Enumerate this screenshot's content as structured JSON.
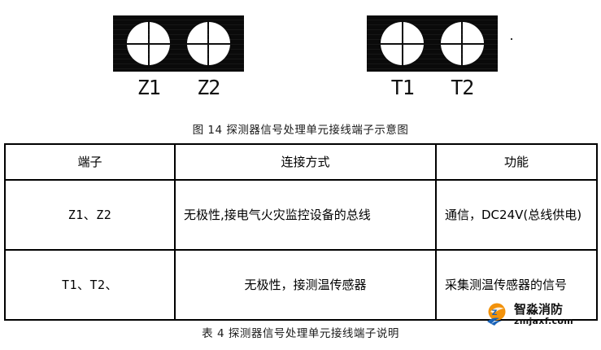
{
  "figure": {
    "caption": "图 14  探测器信号处理单元接线端子示意图",
    "blocks": [
      {
        "id": "z-terminal-block",
        "screws": [
          "screw-left",
          "screw-right"
        ],
        "labels": [
          "Z1",
          "Z2"
        ]
      },
      {
        "id": "t-terminal-block",
        "screws": [
          "screw-left",
          "screw-right"
        ],
        "labels": [
          "T1",
          "T2"
        ]
      }
    ]
  },
  "table": {
    "caption": "表 4  探测器信号处理单元接线端子说明",
    "headers": [
      "端子",
      "连接方式",
      "功能"
    ],
    "rows": [
      {
        "terminal": "Z1、Z2",
        "connection": "无极性,接电气火灾监控设备的总线",
        "function": "通信，DC24V(总线供电)"
      },
      {
        "terminal": "T1、T2、",
        "connection": "无极性，接测温传感器",
        "function": "采集测温传感器的信号"
      }
    ]
  },
  "watermark": {
    "brand": "智淼消防",
    "url": "zmjaxf.com",
    "logo_colors": {
      "orange": "#f2920b",
      "blue": "#1a63b8"
    }
  },
  "colors": {
    "block_fill": "#0a0a0a",
    "screw_fill": "#ffffff",
    "border": "#000000",
    "text": "#000000",
    "page_background": "#ffffff"
  }
}
